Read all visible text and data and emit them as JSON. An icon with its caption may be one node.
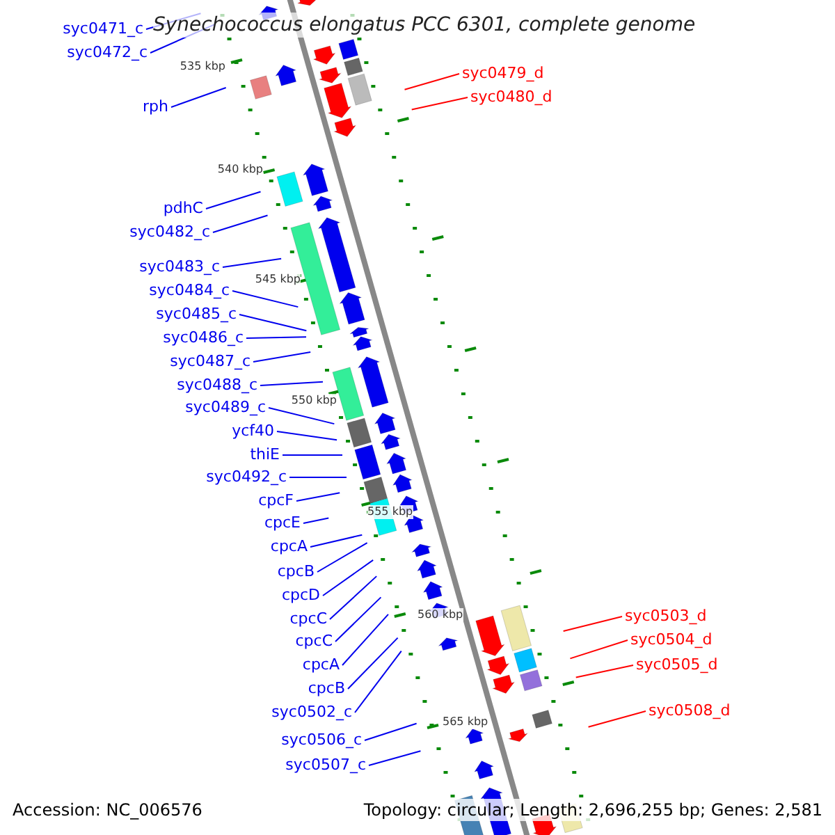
{
  "diagram": {
    "title": "Synechococcus elongatus PCC 6301, complete genome",
    "nodes": [
      {
        "text": [
          "syc0471_c"
        ]
      },
      {
        "text": [
          "syc0472_c"
        ]
      },
      {
        "text": [
          "rph"
        ]
      },
      {
        "text": [
          "syc0479_d"
        ]
      },
      {
        "text": [
          "syc0480_d"
        ]
      },
      {
        "text": [
          "pdhC"
        ]
      },
      {
        "text": [
          "syc0482_c"
        ]
      },
      {
        "text": [
          "syc0483_c"
        ]
      },
      {
        "text": [
          "syc0484_c"
        ]
      },
      {
        "text": [
          "syc0485_c"
        ]
      },
      {
        "text": [
          "syc0486_c"
        ]
      },
      {
        "text": [
          "syc0487_c"
        ]
      },
      {
        "text": [
          "syc0488_c"
        ]
      },
      {
        "text": [
          "syc0489_c"
        ]
      },
      {
        "text": [
          "ycf40"
        ]
      },
      {
        "text": [
          "thiE"
        ]
      },
      {
        "text": [
          "syc0492_c"
        ]
      },
      {
        "text": [
          "cpcF"
        ]
      },
      {
        "text": [
          "cpcE"
        ]
      },
      {
        "text": [
          "cpcA"
        ]
      },
      {
        "text": [
          "cpcB"
        ]
      },
      {
        "text": [
          "cpcD"
        ]
      },
      {
        "text": [
          "cpcC"
        ]
      },
      {
        "text": [
          "cpcC"
        ]
      },
      {
        "text": [
          "cpcA"
        ]
      },
      {
        "text": [
          "syc0503_d"
        ]
      },
      {
        "text": [
          "cpcB"
        ]
      },
      {
        "text": [
          "syc0504_d"
        ]
      },
      {
        "text": [
          "syc0505_d"
        ]
      },
      {
        "text": [
          "syc0502_c"
        ]
      },
      {
        "text": [
          "syc0508_d"
        ]
      },
      {
        "text": [
          "syc0506_c"
        ]
      },
      {
        "text": [
          "syc0507_c"
        ]
      }
    ],
    "edges": [
      {
        "from": 0,
        "to": null,
        "arrow": "none"
      },
      {
        "from": 1,
        "to": null,
        "arrow": "none"
      },
      {
        "from": 2,
        "to": null,
        "arrow": "none"
      },
      {
        "from": 3,
        "to": null,
        "arrow": "none",
        "color": "#ff0000"
      },
      {
        "from": 4,
        "to": null,
        "arrow": "none",
        "color": "#ff0000"
      },
      {
        "from": 5,
        "to": null,
        "arrow": "none"
      },
      {
        "from": 6,
        "to": null,
        "arrow": "none"
      },
      {
        "from": 7,
        "to": null,
        "arrow": "none"
      },
      {
        "from": 8,
        "to": null,
        "arrow": "none"
      },
      {
        "from": 9,
        "to": null,
        "arrow": "none"
      },
      {
        "from": 10,
        "to": null,
        "arrow": "none"
      },
      {
        "from": 11,
        "to": null,
        "arrow": "none"
      },
      {
        "from": 12,
        "to": null,
        "arrow": "none"
      },
      {
        "from": 13,
        "to": null,
        "arrow": "none"
      },
      {
        "from": 14,
        "to": null,
        "arrow": "none"
      },
      {
        "from": 15,
        "to": null,
        "arrow": "none"
      },
      {
        "from": 16,
        "to": null,
        "arrow": "none"
      },
      {
        "from": 17,
        "to": null,
        "arrow": "none"
      },
      {
        "from": 18,
        "to": null,
        "arrow": "none"
      },
      {
        "from": 19,
        "to": null,
        "arrow": "none"
      },
      {
        "from": 20,
        "to": null,
        "arrow": "none"
      },
      {
        "from": 21,
        "to": null,
        "arrow": "none"
      },
      {
        "from": 22,
        "to": null,
        "arrow": "none"
      },
      {
        "from": 23,
        "to": null,
        "arrow": "none"
      },
      {
        "from": 24,
        "to": null,
        "arrow": "none"
      },
      {
        "from": 25,
        "to": null,
        "arrow": "none",
        "color": "#ff0000"
      },
      {
        "from": 26,
        "to": null,
        "arrow": "none"
      },
      {
        "from": 27,
        "to": null,
        "arrow": "none",
        "color": "#ff0000"
      },
      {
        "from": 28,
        "to": null,
        "arrow": "none",
        "color": "#ff0000"
      },
      {
        "from": 29,
        "to": null,
        "arrow": "none"
      },
      {
        "from": 30,
        "to": null,
        "arrow": "none",
        "color": "#ff0000"
      },
      {
        "from": 31,
        "to": null,
        "arrow": "none"
      },
      {
        "from": 32,
        "to": null,
        "arrow": "none"
      }
    ],
    "labels": [
      "535 kbp",
      "540 kbp",
      "545 kbp",
      "550 kbp",
      "555 kbp",
      "560 kbp",
      "565 kbp",
      "Accession: NC_006576",
      "Topology: circular; Length: 2,696,255 bp; Genes: 2,581"
    ]
  }
}
